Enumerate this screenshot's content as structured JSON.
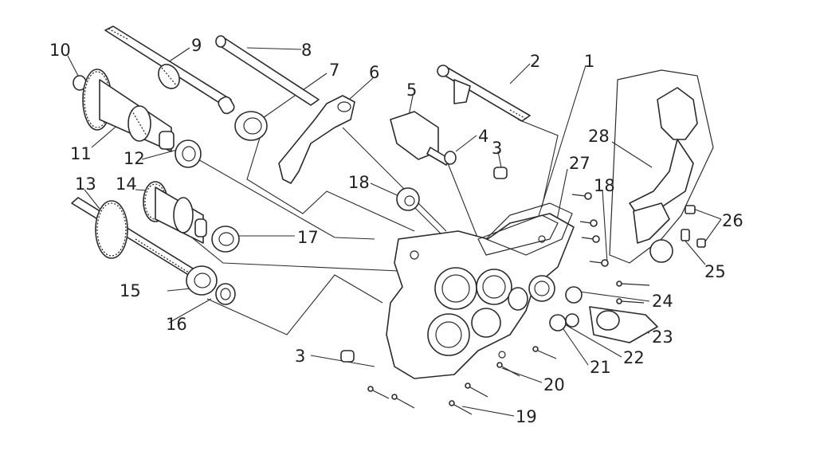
{
  "diagram": {
    "kind": "exploded parts view",
    "callouts": [
      "1",
      "2",
      "3",
      "4",
      "5",
      "6",
      "7",
      "8",
      "9",
      "10",
      "11",
      "12",
      "13",
      "14",
      "15",
      "16",
      "17",
      "18",
      "19",
      "20",
      "21",
      "22",
      "23",
      "24",
      "25",
      "26",
      "27",
      "28"
    ],
    "second_callouts": {
      "3b": "3",
      "18b": "18"
    }
  }
}
